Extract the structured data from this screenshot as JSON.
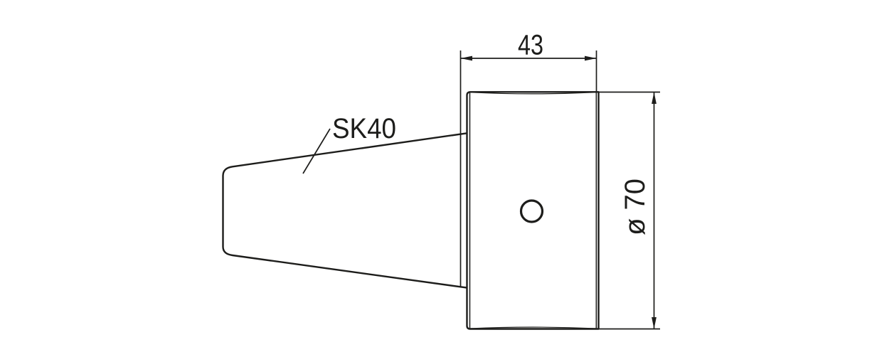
{
  "labels": {
    "taper_type": "SK40",
    "flange_width": "43",
    "flange_diameter": "ø 70"
  },
  "colors": {
    "line": "#1d1d1b",
    "background": "#ffffff"
  }
}
